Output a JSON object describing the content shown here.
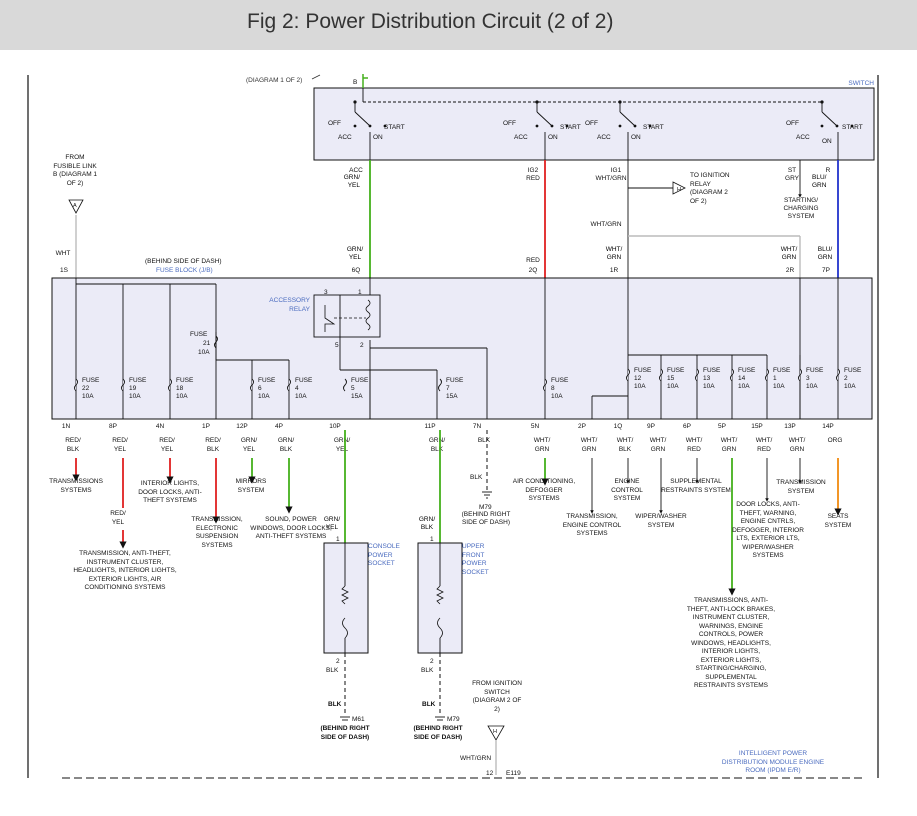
{
  "header": {
    "title": "Fig 2: Power Distribution Circuit (2 of 2)"
  },
  "ignition": {
    "ref": "(DIAGRAM 1 OF 2)",
    "label": "SWITCH",
    "top_pin": "B",
    "sw1": {
      "off": "OFF",
      "acc": "ACC",
      "on": "ON",
      "start": "START"
    },
    "sw2": {
      "off": "OFF",
      "acc": "ACC",
      "on": "ON",
      "start": "START"
    },
    "sw3": {
      "off": "OFF",
      "acc": "ACC",
      "on": "ON",
      "start": "START"
    },
    "sw4": {
      "off": "OFF",
      "acc": "ACC",
      "on": "ON",
      "start": "START"
    },
    "out_acc": "ACC",
    "out_ig2": "IG2",
    "out_ig1": "IG1",
    "out_st": "ST",
    "out_r": "R"
  },
  "wires": {
    "acc": "GRN/ YEL",
    "ig2": "RED",
    "ig1": "WHT/GRN",
    "st": "GRY",
    "r": "BLU/ GRN",
    "fusible": "WHT",
    "ig1_branch": "WHT/GRN",
    "acc_in": "GRN/ YEL",
    "ig2_in": "RED",
    "ig1_in": "WHT/ GRN",
    "st_in": "WHT/ GRN",
    "r_in": "BLU/ GRN"
  },
  "to_ign_relay": {
    "text": "TO IGNITION RELAY (DIAGRAM 2 OF 2)",
    "conn": "H"
  },
  "starting_charging": "STARTING/ CHARGING SYSTEM",
  "fusible_link": {
    "text": "FROM FUSIBLE LINK B (DIAGRAM 1 OF 2)",
    "conn": "A"
  },
  "fuse_block": {
    "location": "(BEHIND SIDE OF DASH)",
    "name": "FUSE BLOCK (J/B)",
    "in_pins": {
      "p1s": "1S",
      "p6q": "6Q",
      "p2q": "2Q",
      "p1r": "1R",
      "p2r": "2R",
      "p7p": "7P"
    },
    "relay": {
      "name": "ACCESSORY RELAY",
      "p3": "3",
      "p1": "1",
      "p5": "5",
      "p2": "2"
    },
    "fuse21": {
      "name": "FUSE",
      "num": "21",
      "amp": "10A"
    }
  },
  "fuses": [
    {
      "name": "FUSE",
      "num": "22",
      "amp": "10A"
    },
    {
      "name": "FUSE",
      "num": "19",
      "amp": "10A"
    },
    {
      "name": "FUSE",
      "num": "18",
      "amp": "10A"
    },
    {
      "name": "FUSE",
      "num": "6",
      "amp": "10A"
    },
    {
      "name": "FUSE",
      "num": "4",
      "amp": "10A"
    },
    {
      "name": "FUSE",
      "num": "5",
      "amp": "15A"
    },
    {
      "name": "FUSE",
      "num": "7",
      "amp": "15A"
    },
    {
      "name": "FUSE",
      "num": "8",
      "amp": "10A"
    },
    {
      "name": "FUSE",
      "num": "12",
      "amp": "10A"
    },
    {
      "name": "FUSE",
      "num": "15",
      "amp": "10A"
    },
    {
      "name": "FUSE",
      "num": "13",
      "amp": "10A"
    },
    {
      "name": "FUSE",
      "num": "14",
      "amp": "10A"
    },
    {
      "name": "FUSE",
      "num": "1",
      "amp": "10A"
    },
    {
      "name": "FUSE",
      "num": "3",
      "amp": "10A"
    },
    {
      "name": "FUSE",
      "num": "2",
      "amp": "10A"
    }
  ],
  "outputs": [
    {
      "pin": "1N",
      "wire": "RED/ BLK",
      "dest": "TRANSMISSIONS SYSTEMS"
    },
    {
      "pin": "8P",
      "wire": "RED/ YEL",
      "wire2": "RED/ YEL",
      "dest": "TRANSMISSION, ANTI-THEFT, INSTRUMENT CLUSTER, HEADLIGHTS, INTERIOR LIGHTS, EXTERIOR LIGHTS, AIR CONDITIONING SYSTEMS"
    },
    {
      "pin": "4N",
      "wire": "RED/ YEL",
      "dest": "INTERIOR LIGHTS, DOOR LOCKS, ANTI-THEFT SYSTEMS"
    },
    {
      "pin": "1P",
      "wire": "RED/ BLK",
      "dest": "TRANSMISSION, ELECTRONIC SUSPENSION SYSTEMS"
    },
    {
      "pin": "12P",
      "wire": "GRN/ YEL",
      "dest": "MIRRORS SYSTEM"
    },
    {
      "pin": "4P",
      "wire": "GRN/ BLK",
      "dest": "SOUND, POWER WINDOWS, DOOR LOCKS, ANTI-THEFT SYSTEMS"
    },
    {
      "pin": "10P",
      "wire": "GRN/ YEL"
    },
    {
      "pin": "11P",
      "wire": "GRN/ BLK"
    },
    {
      "pin": "7N",
      "wire": "BLK"
    },
    {
      "pin": "5N",
      "wire": "WHT/ GRN",
      "dest": "AIR CONDITIONING, DEFOGGER SYSTEMS"
    },
    {
      "pin": "2P",
      "wire": "WHT/ GRN",
      "dest": "TRANSMISSION, ENGINE CONTROL SYSTEMS"
    },
    {
      "pin": "1Q",
      "wire": "WHT/ BLK",
      "dest": "ENGINE CONTROL SYSTEM"
    },
    {
      "pin": "9P",
      "wire": "WHT/ GRN",
      "dest": "WIPER/WASHER SYSTEM"
    },
    {
      "pin": "6P",
      "wire": "WHT/ RED",
      "dest": "SUPPLEMENTAL RESTRAINTS SYSTEM"
    },
    {
      "pin": "5P",
      "wire": "WHT/ GRN",
      "dest": "TRANSMISSIONS, ANTI-THEFT, ANTI-LOCK BRAKES, INSTRUMENT CLUSTER, WARNINGS, ENGINE CONTROLS, POWER WINDOWS, HEADLIGHTS, INTERIOR LIGHTS, EXTERIOR LIGHTS, STARTING/CHARGING, SUPPLEMENTAL RESTRAINTS SYSTEMS"
    },
    {
      "pin": "15P",
      "wire": "WHT/ RED",
      "dest": "DOOR LOCKS, ANTI-THEFT, WARNING, ENGINE CNTRLS, DEFOGGER, INTERIOR LTS, EXTERIOR LTS, WIPER/WASHER SYSTEMS"
    },
    {
      "pin": "13P",
      "wire": "WHT/ GRN",
      "dest": "TRANSMISSION SYSTEM"
    },
    {
      "pin": "14P",
      "wire": "ORG",
      "dest": "SEATS SYSTEM"
    }
  ],
  "ground_7n": {
    "wire": "BLK",
    "name": "M79",
    "loc": "(BEHIND RIGHT SIDE OF DASH)"
  },
  "console_socket": {
    "name": "CONSOLE POWER SOCKET",
    "wire_in": "GRN/ YEL",
    "pin_in": "1",
    "pin_out": "2",
    "wire_out": "BLK",
    "gnd_wire": "BLK",
    "gnd": "M61",
    "loc": "(BEHIND RIGHT SIDE OF DASH)"
  },
  "upper_socket": {
    "name": "UPPER FRONT POWER SOCKET",
    "wire_in": "GRN/ BLK",
    "pin_in": "1",
    "pin_out": "2",
    "wire_out": "BLK",
    "gnd_wire": "BLK",
    "gnd": "M79",
    "loc": "(BEHIND RIGHT SIDE OF DASH)"
  },
  "from_ign": {
    "text": "FROM IGNITION SWITCH (DIAGRAM 2 OF 2)",
    "conn": "H",
    "wire": "WHT/GRN",
    "pin": "12",
    "conn_id": "E119"
  },
  "ipdm": {
    "text": "INTELLIGENT POWER DISTRIBUTION MODULE ENGINE ROOM (IPDM E/R)"
  },
  "colors": {
    "green": "#44b01c",
    "red": "#e02020",
    "blue": "#2233cc",
    "orange": "#f08a10",
    "box": "#ebebf7",
    "label_blue": "#4a6bbf"
  }
}
